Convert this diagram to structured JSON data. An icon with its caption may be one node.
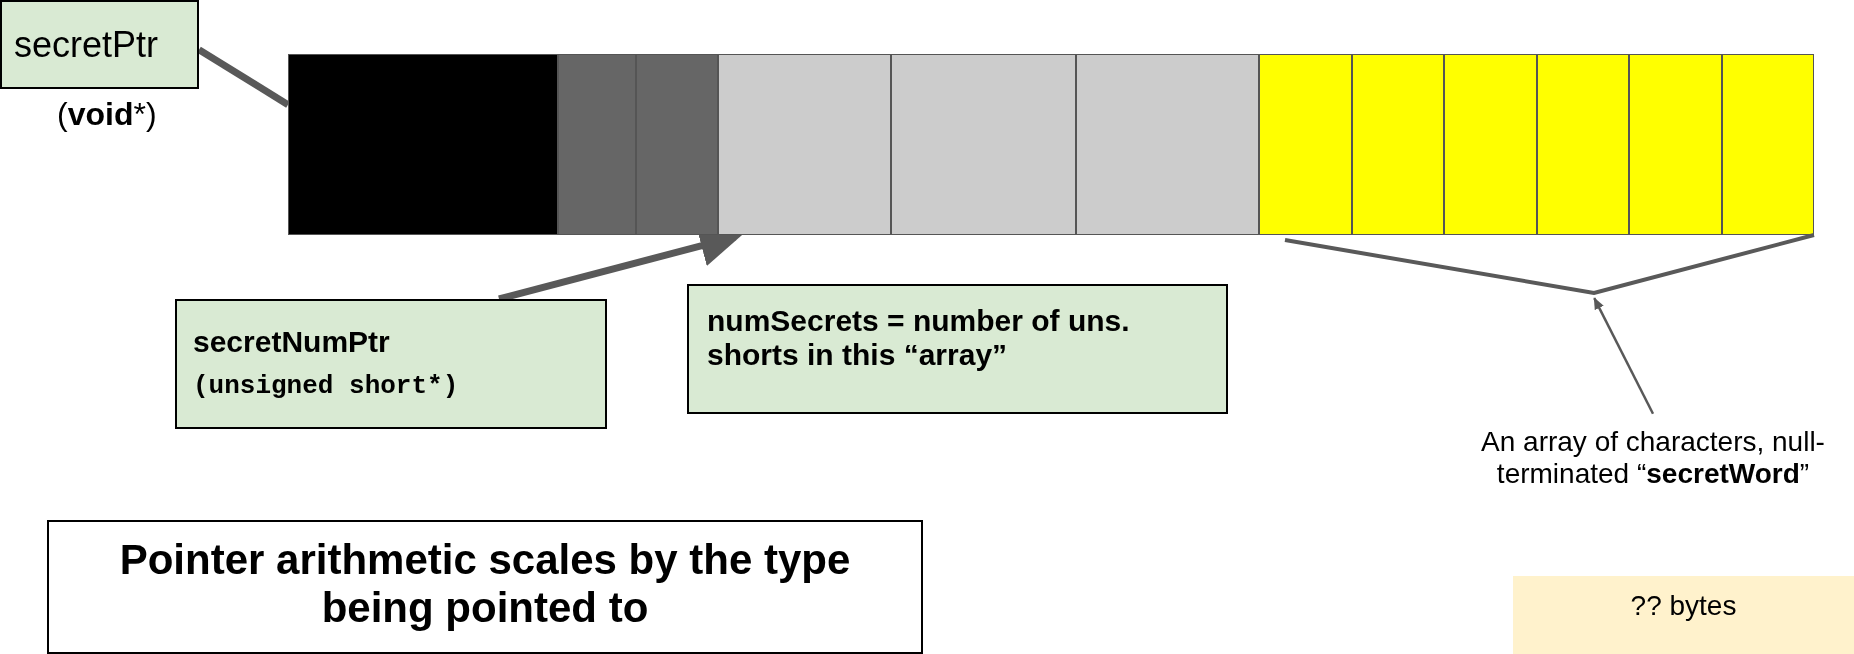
{
  "diagram": {
    "nodes": [
      {
        "text": [
          "secretPtr"
        ],
        "beside": [
          "(**void***)"
        ]
      },
      {
        "text": [],
        "shape": "box"
      },
      {
        "text": [],
        "shape": "box"
      },
      {
        "text": [],
        "shape": "box"
      },
      {
        "text": [],
        "shape": "box"
      },
      {
        "text": [],
        "shape": "box"
      },
      {
        "text": [],
        "shape": "box"
      },
      {
        "text": [],
        "shape": "box"
      },
      {
        "text": [],
        "shape": "box"
      },
      {
        "text": [],
        "shape": "box"
      },
      {
        "text": [],
        "shape": "box"
      },
      {
        "text": [],
        "shape": "box"
      },
      {
        "text": [],
        "shape": "box"
      },
      {
        "text": [
          "secretNumPtr",
          "(unsigned short*)"
        ]
      },
      {
        "text": [
          "numSecrets = number of uns. shorts in this “array”"
        ]
      },
      {
        "text": [
          "An array of characters, null-terminated “**secretWord**”"
        ]
      },
      {
        "text": [
          "?? bytes"
        ]
      },
      {
        "text": [
          "Pointer arithmetic scales by the type being pointed to"
        ]
      },
      {
        "text": [],
        "shape": "bracket"
      }
    ],
    "edges": [
      {
        "from": 0,
        "to": 1,
        "arrow": "none"
      },
      {
        "from": 13,
        "to": 4,
        "arrow": "to"
      },
      {
        "from": 15,
        "to": 18,
        "arrow": "to"
      }
    ]
  }
}
